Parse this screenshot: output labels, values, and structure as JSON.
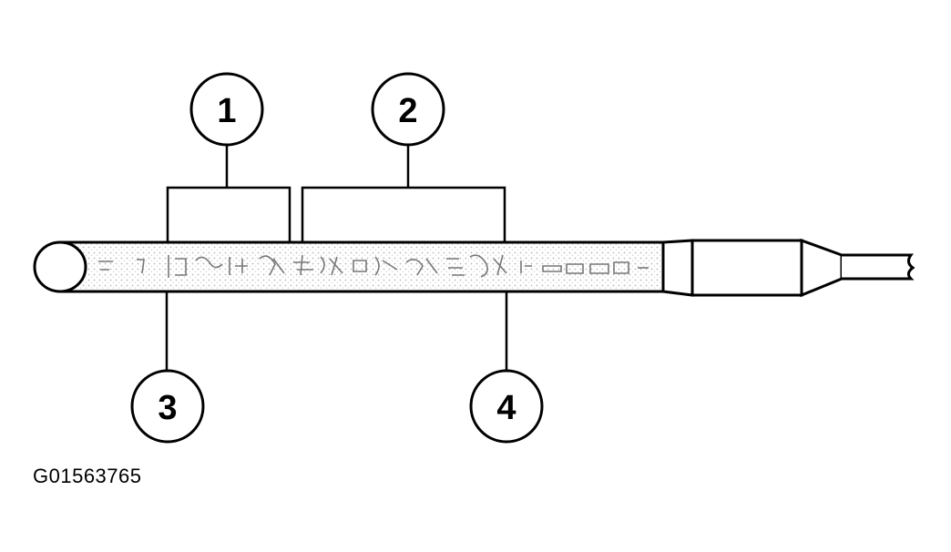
{
  "diagram": {
    "callouts": [
      "1",
      "2",
      "3",
      "4"
    ],
    "figure_id": "G01563765"
  },
  "colors": {
    "line": "#000000",
    "background": "#ffffff",
    "stipple": "#b8b8b8"
  }
}
